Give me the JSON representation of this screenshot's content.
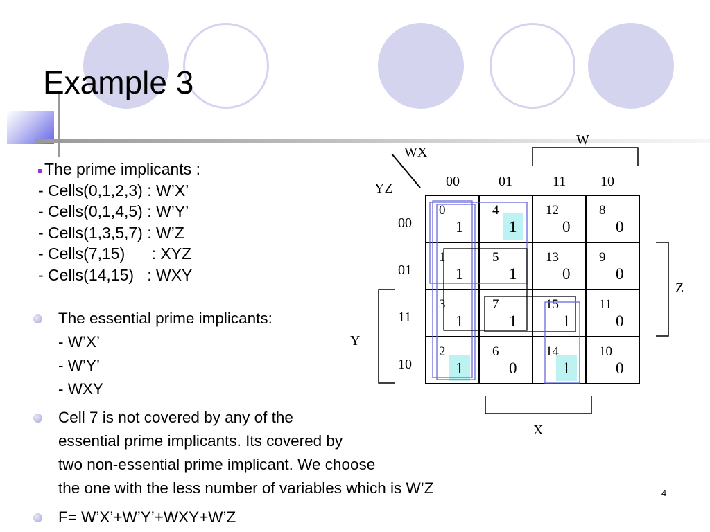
{
  "slide": {
    "title": "Example 3",
    "page_number": "4",
    "accent_colors": {
      "circle": "#d4d4ee",
      "highlight_cell": "#bdf2f2",
      "group_blue": "#6a6ad8",
      "bullet": "#9933cc"
    }
  },
  "prime_implicants": {
    "heading": "The prime implicants :",
    "items": [
      "- Cells(0,1,2,3) : W’X’",
      "- Cells(0,1,4,5) : W’Y’",
      "- Cells(1,3,5,7) : W’Z",
      "- Cells(7,15)      : XYZ",
      "- Cells(14,15)   : WXY"
    ]
  },
  "bullets": [
    {
      "lines": [
        "The essential prime implicants:",
        "- W’X’",
        "- W’Y’",
        "- WXY"
      ]
    },
    {
      "lines": [
        "Cell 7 is not covered by any of the",
        "essential prime implicants. Its covered by",
        "two non-essential prime implicant. We choose",
        "the one with the less number of variables which is W’Z"
      ]
    },
    {
      "lines": [
        "F= W’X’+W’Y’+WXY+W’Z"
      ]
    }
  ],
  "kmap": {
    "corner_col_label": "WX",
    "corner_row_label": "YZ",
    "col_headers": [
      "00",
      "01",
      "11",
      "10"
    ],
    "row_headers": [
      "00",
      "01",
      "11",
      "10"
    ],
    "bracket_labels": {
      "W": "W",
      "Z": "Z",
      "Y": "Y",
      "X": "X"
    },
    "cells": [
      [
        {
          "index": "0",
          "value": "1",
          "highlight": false
        },
        {
          "index": "4",
          "value": "1",
          "highlight": true
        },
        {
          "index": "12",
          "value": "0",
          "highlight": false
        },
        {
          "index": "8",
          "value": "0",
          "highlight": false
        }
      ],
      [
        {
          "index": "1",
          "value": "1",
          "highlight": false
        },
        {
          "index": "5",
          "value": "1",
          "highlight": false
        },
        {
          "index": "13",
          "value": "0",
          "highlight": false
        },
        {
          "index": "9",
          "value": "0",
          "highlight": false
        }
      ],
      [
        {
          "index": "3",
          "value": "1",
          "highlight": false
        },
        {
          "index": "7",
          "value": "1",
          "highlight": false
        },
        {
          "index": "15",
          "value": "1",
          "highlight": false
        },
        {
          "index": "11",
          "value": "0",
          "highlight": false
        }
      ],
      [
        {
          "index": "2",
          "value": "1",
          "highlight": true
        },
        {
          "index": "6",
          "value": "0",
          "highlight": false
        },
        {
          "index": "14",
          "value": "1",
          "highlight": true
        },
        {
          "index": "10",
          "value": "0",
          "highlight": false
        }
      ]
    ]
  }
}
